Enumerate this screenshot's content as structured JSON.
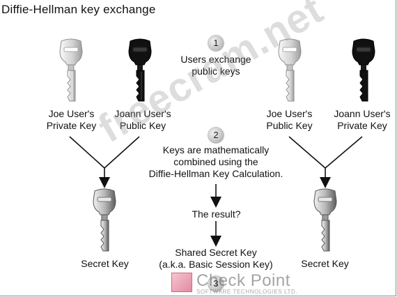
{
  "title": "Diffie-Hellman key exchange",
  "steps": [
    {
      "number": "1",
      "text_lines": [
        "Users exchange",
        "public keys"
      ]
    },
    {
      "number": "2",
      "text_lines": [
        "Keys are mathematically",
        "combined using the",
        "Diffie-Hellman Key Calculation."
      ]
    },
    {
      "number": "3"
    }
  ],
  "left_keys": [
    {
      "lines": [
        "Joe User's",
        "Private Key"
      ],
      "color": "light"
    },
    {
      "lines": [
        "Joann User's",
        "Public Key"
      ],
      "color": "dark"
    }
  ],
  "right_keys": [
    {
      "lines": [
        "Joe User's",
        "Public Key"
      ],
      "color": "light"
    },
    {
      "lines": [
        "Joann User's",
        "Private Key"
      ],
      "color": "dark"
    }
  ],
  "left_secret": "Secret Key",
  "right_secret": "Secret Key",
  "result_question": "The result?",
  "shared_secret": [
    "Shared Secret Key",
    "(a.k.a. Basic Session Key)"
  ],
  "watermark": "freecram.net",
  "logo": {
    "name": "Check Point",
    "tagline": "SOFTWARE TECHNOLOGIES LTD."
  },
  "colors": {
    "light_key": "#d7d7d7",
    "dark_key": "#111111",
    "line": "#111111"
  }
}
